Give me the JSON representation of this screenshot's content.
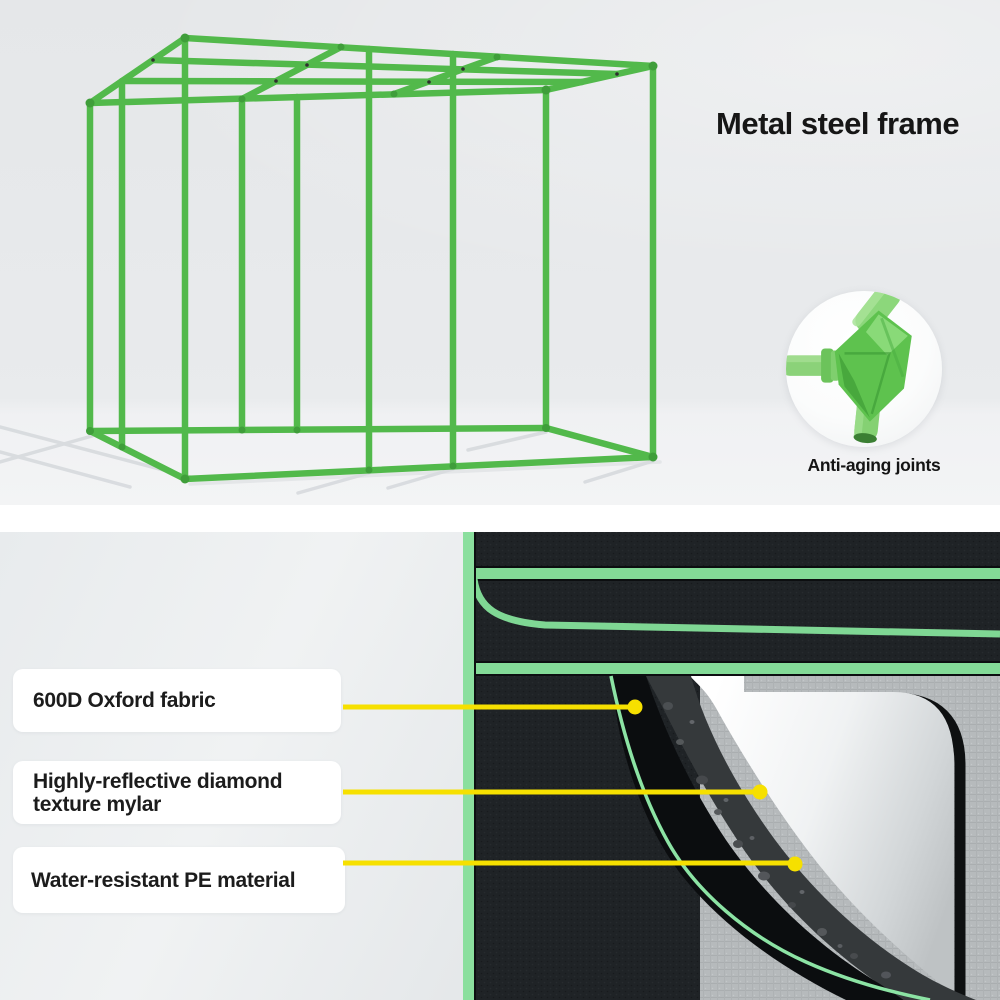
{
  "top_section": {
    "headline": "Metal steel frame",
    "inset_caption": "Anti-aging joints",
    "frame_color": "#52b94b",
    "background_color": "#e8eaec"
  },
  "bottom_section": {
    "materials": [
      {
        "label": "600D Oxford fabric"
      },
      {
        "label": "Highly-reflective diamond\ntexture mylar"
      },
      {
        "label": "Water-resistant PE material"
      }
    ],
    "callout_color": "#f6e000",
    "trim_color": "#84db98",
    "fabric_color": "#1f2326",
    "mylar_color": "#f2f3f4"
  }
}
